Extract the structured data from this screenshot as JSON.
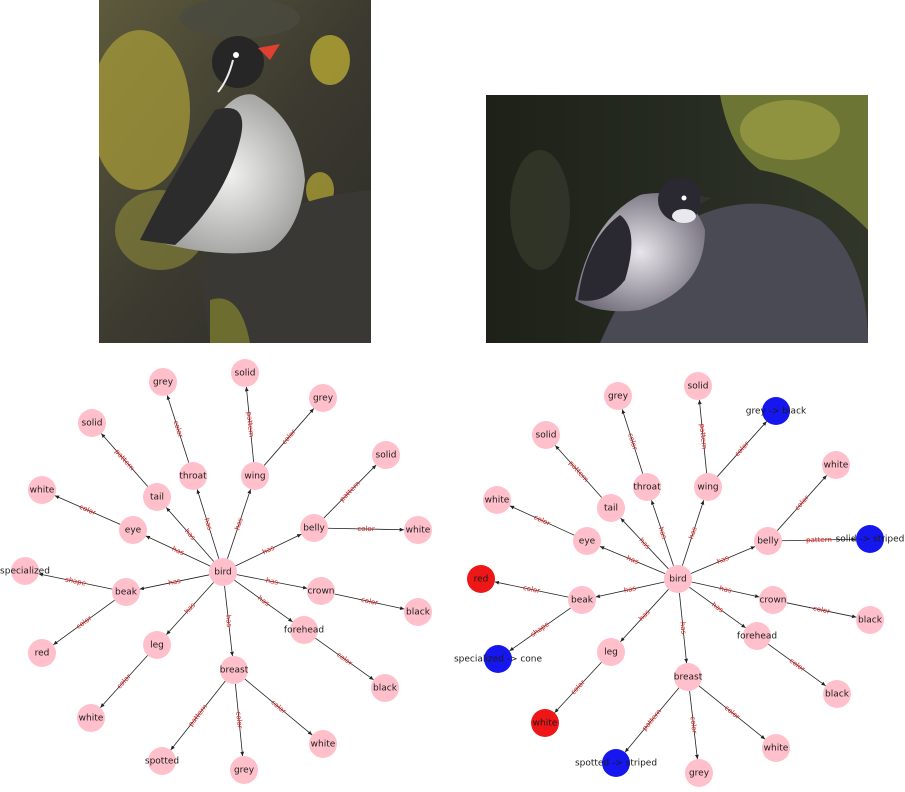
{
  "colors": {
    "node_default": "#ffc0cb",
    "node_changed": "#1616ee",
    "node_highlight": "#ee1616",
    "edge": "#222222",
    "edge_label": "#e02020"
  },
  "photos": [
    {
      "name": "photo-left",
      "subject": "parakeet-auklet-on-rock"
    },
    {
      "name": "photo-right",
      "subject": "least-auklet-on-rock"
    }
  ],
  "graphs": [
    {
      "name": "graph-left",
      "nodes": [
        {
          "id": "bird",
          "label": "bird"
        },
        {
          "id": "throat",
          "label": "throat"
        },
        {
          "id": "wing",
          "label": "wing"
        },
        {
          "id": "tail",
          "label": "tail"
        },
        {
          "id": "eye",
          "label": "eye"
        },
        {
          "id": "belly",
          "label": "belly"
        },
        {
          "id": "beak",
          "label": "beak"
        },
        {
          "id": "crown",
          "label": "crown"
        },
        {
          "id": "forehead",
          "label": "forehead"
        },
        {
          "id": "leg",
          "label": "leg"
        },
        {
          "id": "breast",
          "label": "breast"
        },
        {
          "id": "throat_grey",
          "label": "grey"
        },
        {
          "id": "wing_solid",
          "label": "solid"
        },
        {
          "id": "wing_grey",
          "label": "grey"
        },
        {
          "id": "tail_solid",
          "label": "solid"
        },
        {
          "id": "eye_white",
          "label": "white"
        },
        {
          "id": "belly_solid",
          "label": "solid"
        },
        {
          "id": "belly_white",
          "label": "white"
        },
        {
          "id": "beak_specialized",
          "label": "specialized"
        },
        {
          "id": "beak_red",
          "label": "red"
        },
        {
          "id": "crown_black",
          "label": "black"
        },
        {
          "id": "forehead_black",
          "label": "black"
        },
        {
          "id": "leg_white",
          "label": "white"
        },
        {
          "id": "breast_spotted",
          "label": "spotted"
        },
        {
          "id": "breast_grey",
          "label": "grey"
        },
        {
          "id": "breast_white",
          "label": "white"
        }
      ],
      "edges": [
        {
          "from": "bird",
          "to": "throat",
          "label": "has"
        },
        {
          "from": "bird",
          "to": "wing",
          "label": "has"
        },
        {
          "from": "bird",
          "to": "tail",
          "label": "has"
        },
        {
          "from": "bird",
          "to": "eye",
          "label": "has"
        },
        {
          "from": "bird",
          "to": "belly",
          "label": "has"
        },
        {
          "from": "bird",
          "to": "beak",
          "label": "has"
        },
        {
          "from": "bird",
          "to": "crown",
          "label": "has"
        },
        {
          "from": "bird",
          "to": "forehead",
          "label": "has"
        },
        {
          "from": "bird",
          "to": "leg",
          "label": "has"
        },
        {
          "from": "bird",
          "to": "breast",
          "label": "has"
        },
        {
          "from": "throat",
          "to": "throat_grey",
          "label": "color"
        },
        {
          "from": "wing",
          "to": "wing_solid",
          "label": "pattern"
        },
        {
          "from": "wing",
          "to": "wing_grey",
          "label": "color"
        },
        {
          "from": "tail",
          "to": "tail_solid",
          "label": "pattern"
        },
        {
          "from": "eye",
          "to": "eye_white",
          "label": "color"
        },
        {
          "from": "belly",
          "to": "belly_solid",
          "label": "pattern"
        },
        {
          "from": "belly",
          "to": "belly_white",
          "label": "color"
        },
        {
          "from": "beak",
          "to": "beak_specialized",
          "label": "shape"
        },
        {
          "from": "beak",
          "to": "beak_red",
          "label": "color"
        },
        {
          "from": "crown",
          "to": "crown_black",
          "label": "color"
        },
        {
          "from": "forehead",
          "to": "forehead_black",
          "label": "color"
        },
        {
          "from": "leg",
          "to": "leg_white",
          "label": "color"
        },
        {
          "from": "breast",
          "to": "breast_spotted",
          "label": "pattern"
        },
        {
          "from": "breast",
          "to": "breast_grey",
          "label": "color"
        },
        {
          "from": "breast",
          "to": "breast_white",
          "label": "color"
        }
      ]
    },
    {
      "name": "graph-right",
      "nodes": [
        {
          "id": "bird",
          "label": "bird"
        },
        {
          "id": "throat",
          "label": "throat"
        },
        {
          "id": "wing",
          "label": "wing"
        },
        {
          "id": "tail",
          "label": "tail"
        },
        {
          "id": "eye",
          "label": "eye"
        },
        {
          "id": "belly",
          "label": "belly"
        },
        {
          "id": "beak",
          "label": "beak"
        },
        {
          "id": "crown",
          "label": "crown"
        },
        {
          "id": "forehead",
          "label": "forehead"
        },
        {
          "id": "leg",
          "label": "leg"
        },
        {
          "id": "breast",
          "label": "breast"
        },
        {
          "id": "throat_grey",
          "label": "grey"
        },
        {
          "id": "wing_solid",
          "label": "solid"
        },
        {
          "id": "wing_color",
          "label": "grey -> black",
          "status": "changed"
        },
        {
          "id": "tail_solid",
          "label": "solid"
        },
        {
          "id": "eye_white",
          "label": "white"
        },
        {
          "id": "belly_white",
          "label": "white"
        },
        {
          "id": "belly_pattern",
          "label": "solid -> striped",
          "status": "changed"
        },
        {
          "id": "beak_red",
          "label": "red",
          "status": "highlight"
        },
        {
          "id": "beak_shape",
          "label": "specialized -> cone",
          "status": "changed"
        },
        {
          "id": "crown_black",
          "label": "black"
        },
        {
          "id": "forehead_black",
          "label": "black"
        },
        {
          "id": "leg_white",
          "label": "white",
          "status": "highlight"
        },
        {
          "id": "breast_pattern",
          "label": "spotted -> striped",
          "status": "changed"
        },
        {
          "id": "breast_grey",
          "label": "grey"
        },
        {
          "id": "breast_white",
          "label": "white"
        }
      ],
      "edges": [
        {
          "from": "bird",
          "to": "throat",
          "label": "has"
        },
        {
          "from": "bird",
          "to": "wing",
          "label": "has"
        },
        {
          "from": "bird",
          "to": "tail",
          "label": "has"
        },
        {
          "from": "bird",
          "to": "eye",
          "label": "has"
        },
        {
          "from": "bird",
          "to": "belly",
          "label": "has"
        },
        {
          "from": "bird",
          "to": "beak",
          "label": "has"
        },
        {
          "from": "bird",
          "to": "crown",
          "label": "has"
        },
        {
          "from": "bird",
          "to": "forehead",
          "label": "has"
        },
        {
          "from": "bird",
          "to": "leg",
          "label": "has"
        },
        {
          "from": "bird",
          "to": "breast",
          "label": "has"
        },
        {
          "from": "throat",
          "to": "throat_grey",
          "label": "color"
        },
        {
          "from": "wing",
          "to": "wing_solid",
          "label": "pattern"
        },
        {
          "from": "wing",
          "to": "wing_color",
          "label": "color"
        },
        {
          "from": "tail",
          "to": "tail_solid",
          "label": "pattern"
        },
        {
          "from": "eye",
          "to": "eye_white",
          "label": "color"
        },
        {
          "from": "belly",
          "to": "belly_white",
          "label": "color"
        },
        {
          "from": "belly",
          "to": "belly_pattern",
          "label": "pattern"
        },
        {
          "from": "beak",
          "to": "beak_red",
          "label": "color"
        },
        {
          "from": "beak",
          "to": "beak_shape",
          "label": "shape"
        },
        {
          "from": "crown",
          "to": "crown_black",
          "label": "color"
        },
        {
          "from": "forehead",
          "to": "forehead_black",
          "label": "color"
        },
        {
          "from": "leg",
          "to": "leg_white",
          "label": "color"
        },
        {
          "from": "breast",
          "to": "breast_pattern",
          "label": "pattern"
        },
        {
          "from": "breast",
          "to": "breast_grey",
          "label": "color"
        },
        {
          "from": "breast",
          "to": "breast_white",
          "label": "color"
        }
      ]
    }
  ]
}
